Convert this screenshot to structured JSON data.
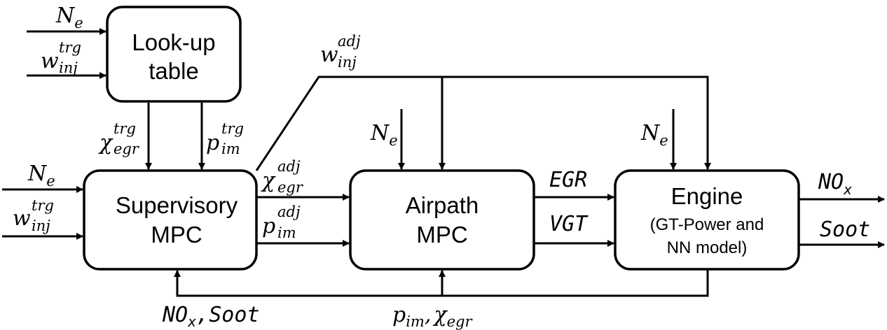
{
  "blocks": {
    "lookup": {
      "line1": "Look-up",
      "line2": "table"
    },
    "supervisory": {
      "line1": "Supervisory",
      "line2": "MPC"
    },
    "airpath": {
      "line1": "Airpath",
      "line2": "MPC"
    },
    "engine": {
      "line1": "Engine",
      "line2": "(GT-Power and",
      "line3": "NN model)"
    }
  },
  "symbols": {
    "N": "N",
    "e": "e",
    "w": "w",
    "chi": "χ",
    "p": "p",
    "trg": "trg",
    "adj": "adj",
    "inj": "inj",
    "egr": "egr",
    "im": "im",
    "EGR": "EGR",
    "VGT": "VGT",
    "NO": "NO",
    "x": "x",
    "Soot": "Soot",
    "comma": ","
  }
}
